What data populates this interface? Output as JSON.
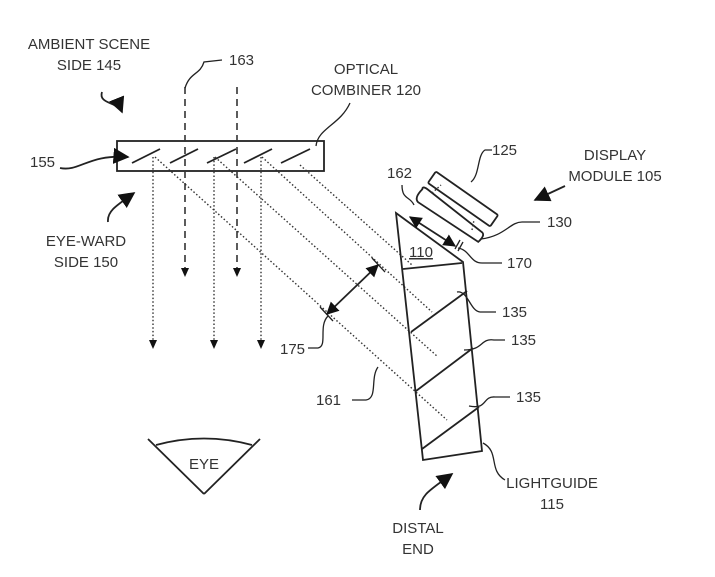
{
  "figure": {
    "labels": {
      "ambient_scene": [
        "AMBIENT SCENE",
        "SIDE 145"
      ],
      "eye_ward": [
        "EYE-WARD",
        "SIDE 150"
      ],
      "optical_combiner": [
        "OPTICAL",
        "COMBINER 120"
      ],
      "display_module": [
        "DISPLAY",
        "MODULE 105"
      ],
      "lightguide": [
        "LIGHTGUIDE",
        "115"
      ],
      "distal_end": [
        "DISTAL",
        "END"
      ],
      "eye": "EYE",
      "ref_155": "155",
      "ref_163": "163",
      "ref_125": "125",
      "ref_162": "162",
      "ref_130": "130",
      "ref_170": "170",
      "ref_110": "110",
      "ref_135_a": "135",
      "ref_135_b": "135",
      "ref_135_c": "135",
      "ref_175": "175",
      "ref_161": "161"
    }
  }
}
